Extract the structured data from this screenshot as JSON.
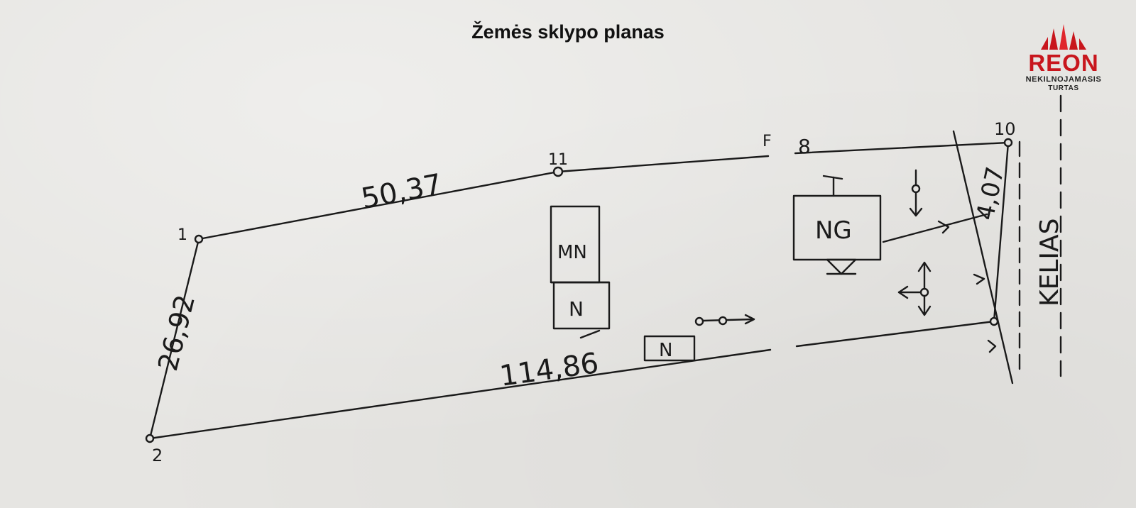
{
  "title": "Žemės sklypo planas",
  "logo": {
    "word": "REON",
    "line1": "NEKILNOJAMASIS",
    "line2": "TURTAS",
    "brand_color": "#c8161d"
  },
  "plan": {
    "points": {
      "p1": "1",
      "p2": "2",
      "p11": "11",
      "p10": "10",
      "pF": "F",
      "p8": "8"
    },
    "dimensions": {
      "left": "26,92",
      "top": "50,37",
      "bottom": "114,86",
      "right": "4,07"
    },
    "buildings": {
      "mn": "MN",
      "n_main": "N",
      "n_small": "N",
      "ng": "NG"
    },
    "road": "KELIAS"
  }
}
